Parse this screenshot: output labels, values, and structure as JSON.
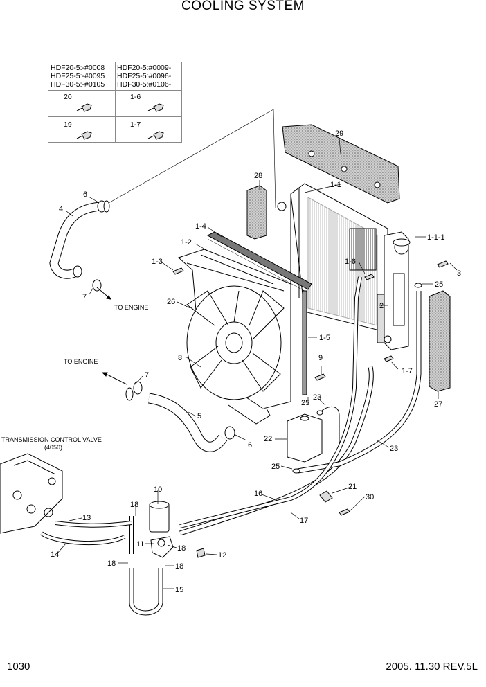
{
  "title": "COOLING SYSTEM",
  "page_number": "1030",
  "revision": "2005. 11.30  REV.5L",
  "serial_table": {
    "left": [
      "HDF20-5:-#0008",
      "HDF25-5:-#0095",
      "HDF30-5:-#0105"
    ],
    "right": [
      "HDF20-5:#0009-",
      "HDF25-5:#0096-",
      "HDF30-5:#0106-"
    ],
    "row1": [
      "20",
      "1-6"
    ],
    "row2": [
      "19",
      "1-7"
    ]
  },
  "notes": {
    "to_engine_upper": "TO ENGINE",
    "to_engine_lower": "TO ENGINE",
    "tcv_name": "TRANSMISSION CONTROL VALVE",
    "tcv_code": "(4050)"
  },
  "part_labels": {
    "p29": "29",
    "p28": "28",
    "p1_1": "1-1",
    "p6a": "6",
    "p4": "4",
    "p1_4": "1-4",
    "p1_2": "1-2",
    "p1_1_1": "1-1-1",
    "p1_3": "1-3",
    "p1_6": "1-6",
    "p3": "3",
    "p7a": "7",
    "p25a": "25",
    "p26": "26",
    "p2": "2",
    "p1_5": "1-5",
    "p8": "8",
    "p9": "9",
    "p1_7": "1-7",
    "p7b": "7",
    "p23a": "23",
    "p25b": "25",
    "p5": "5",
    "p27": "27",
    "p22": "22",
    "p6b": "6",
    "p23b": "23",
    "p25c": "25",
    "p10": "10",
    "p16": "16",
    "p21": "21",
    "p30": "30",
    "p18a": "18",
    "p13": "13",
    "p17": "17",
    "p11": "11",
    "p18b": "18",
    "p12": "12",
    "p14": "14",
    "p18c": "18",
    "p18d": "18",
    "p15": "15"
  },
  "colors": {
    "line": "#000000",
    "shade": "#b0b0b0",
    "dots": "#555555"
  }
}
